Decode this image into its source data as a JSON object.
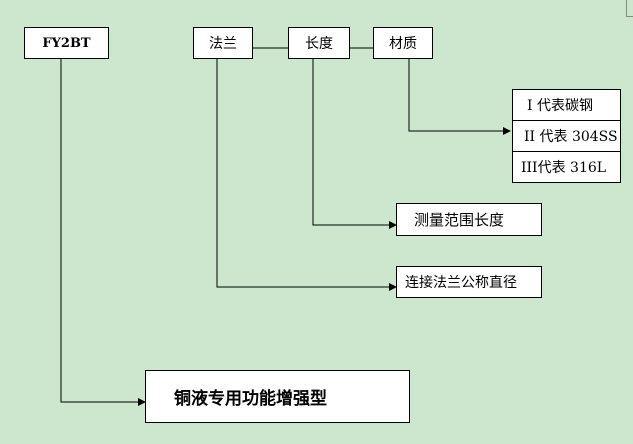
{
  "diagram": {
    "model_code": "FY2BT",
    "header_boxes": [
      "法兰",
      "长度",
      "材质"
    ],
    "material_options": [
      "I 代表碳钢",
      "II 代表 304SS",
      "III代表 316L"
    ],
    "length_description": "测量范围长度",
    "flange_description": "连接法兰公称直径",
    "model_description": "铜液专用功能增强型"
  },
  "colors": {
    "background": "#cde6ce",
    "box_fill": "#ffffff",
    "line": "#000000"
  }
}
